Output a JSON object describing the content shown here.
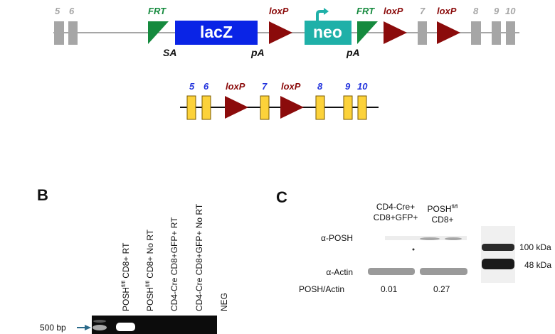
{
  "panel_a": {
    "targeted_allele": {
      "exons_before": [
        "5",
        "6"
      ],
      "frt1": "FRT",
      "sa": "SA",
      "lacz": "lacZ",
      "pa1": "pA",
      "loxp1": "loxP",
      "neo": "neo",
      "frt2": "FRT",
      "pa2": "pA",
      "loxp2": "loxP",
      "exon7": "7",
      "loxp3": "loxP",
      "exons_after": [
        "8",
        "9",
        "10"
      ]
    },
    "floxed_allele": {
      "exons": [
        "5",
        "6",
        "7",
        "8",
        "9",
        "10"
      ],
      "loxp1": "loxP",
      "loxp2": "loxP"
    },
    "colors": {
      "exon_gray": "#a6a6a6",
      "frt_green": "#158a3e",
      "lacz_blue": "#0a24e6",
      "loxp_red": "#8b0b0b",
      "neo_teal": "#1fb0a8",
      "exon_yellow": "#fcd23a",
      "exon_label_blue": "#2233dd"
    }
  },
  "panel_b": {
    "label": "B",
    "lanes": [
      "POSHfl/fl CD8+ RT",
      "POSHfl/fl CD8+ No RT",
      "CD4-Cre CD8+GFP+ RT",
      "CD4-Cre CD8+GFP+ No RT",
      "NEG"
    ],
    "lane_parts": [
      {
        "pre": "POSH",
        "sup": "fl/fl",
        "post": " CD8+ RT"
      },
      {
        "pre": "POSH",
        "sup": "fl/fl",
        "post": " CD8+ No RT"
      },
      {
        "pre": "CD4-Cre CD8+GFP+ RT",
        "sup": "",
        "post": ""
      },
      {
        "pre": "CD4-Cre CD8+GFP+ No RT",
        "sup": "",
        "post": ""
      },
      {
        "pre": "NEG",
        "sup": "",
        "post": ""
      }
    ],
    "marker": "500 bp"
  },
  "panel_c": {
    "label": "C",
    "col1_line1": "CD4-Cre+",
    "col1_line2": "CD8+GFP+",
    "col2_pre": "POSH",
    "col2_sup": "fl/fl",
    "col2_line2": "CD8+",
    "row_posh": "α-POSH",
    "row_actin": "α-Actin",
    "ratio_label": "POSH/Actin",
    "ratios": [
      "0.01",
      "0.27"
    ],
    "marker_100": "100 kDa",
    "marker_48": "48 kDa"
  }
}
